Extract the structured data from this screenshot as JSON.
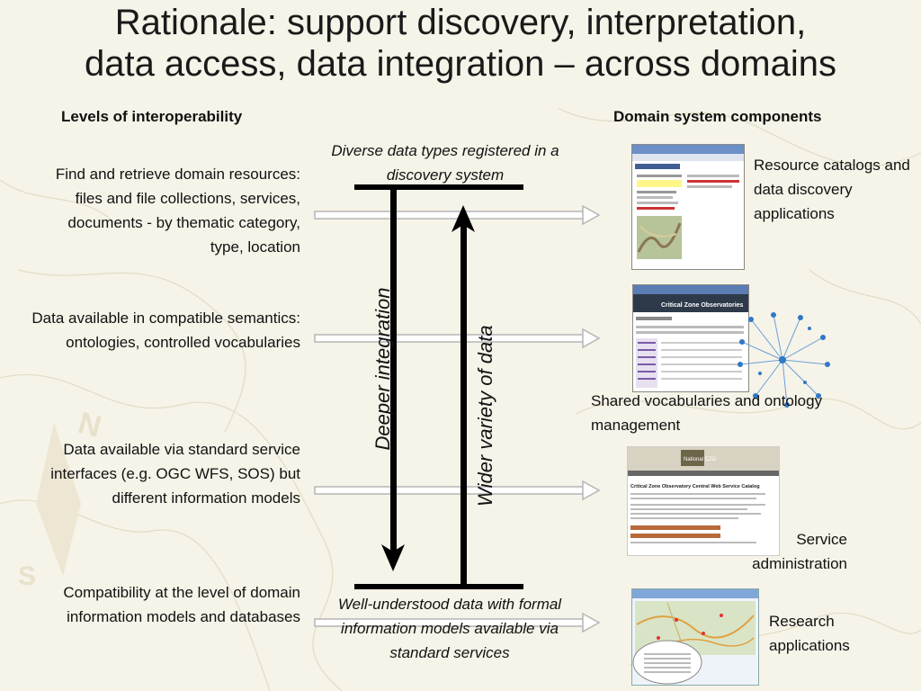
{
  "title_line1": "Rationale: support discovery, interpretation,",
  "title_line2": "data access, data integration – across domains",
  "left_heading": "Levels of interoperability",
  "right_heading": "Domain system components",
  "levels": [
    "Find and retrieve domain resources: files and file collections, services, documents - by thematic category, type, location",
    "Data available in compatible semantics: ontologies, controlled vocabularies",
    "Data available via standard service interfaces (e.g. OGC WFS, SOS) but different information models",
    "Compatibility at the level of domain information models and databases"
  ],
  "top_caption": "Diverse data types registered in a discovery system",
  "bottom_caption": "Well-understood data with formal information models available via standard services",
  "axis_down": "Deeper integration",
  "axis_up": "Wider variety of data",
  "components": [
    "Resource catalogs and data discovery applications",
    "Shared vocabularies and ontology management",
    "Service administration",
    "Research applications"
  ],
  "cz_banner": "Critical Zone Observatories",
  "service_catalog_title": "Critical Zone Observatory Central Web Service Catalog",
  "national_logo": "National CZO"
}
